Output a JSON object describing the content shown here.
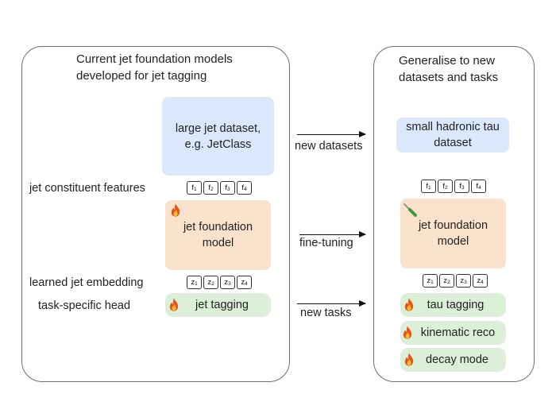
{
  "left_panel": {
    "title": "Current jet foundation models\ndeveloped for jet tagging",
    "dataset_box": "large jet dataset,\ne.g. JetClass",
    "label_features": "jet constituent features",
    "feature_tokens": [
      "f",
      "f",
      "f",
      "f"
    ],
    "feature_subs": [
      "1",
      "2",
      "3",
      "4"
    ],
    "model_box": "jet foundation\nmodel",
    "label_embedding": "learned jet embedding",
    "embedding_tokens": [
      "z",
      "z",
      "z",
      "z"
    ],
    "embedding_subs": [
      "1",
      "2",
      "3",
      "4"
    ],
    "label_head": "task-specific head",
    "head_box": "jet tagging"
  },
  "arrows": {
    "datasets": "new datasets",
    "finetune": "fine-tuning",
    "tasks": "new tasks"
  },
  "right_panel": {
    "title": "Generalise to new\ndatasets and tasks",
    "dataset_box": "small hadronic tau\ndataset",
    "feature_tokens": [
      "f",
      "f",
      "f",
      "f"
    ],
    "feature_subs": [
      "1",
      "2",
      "3",
      "4"
    ],
    "model_box": "jet foundation\nmodel",
    "embedding_tokens": [
      "z",
      "z",
      "z",
      "z"
    ],
    "embedding_subs": [
      "1",
      "2",
      "3",
      "4"
    ],
    "heads": [
      "tau tagging",
      "kinematic reco",
      "decay mode"
    ]
  },
  "icons": {
    "trainable": "fire-icon",
    "finetune": "screwdriver-icon"
  }
}
